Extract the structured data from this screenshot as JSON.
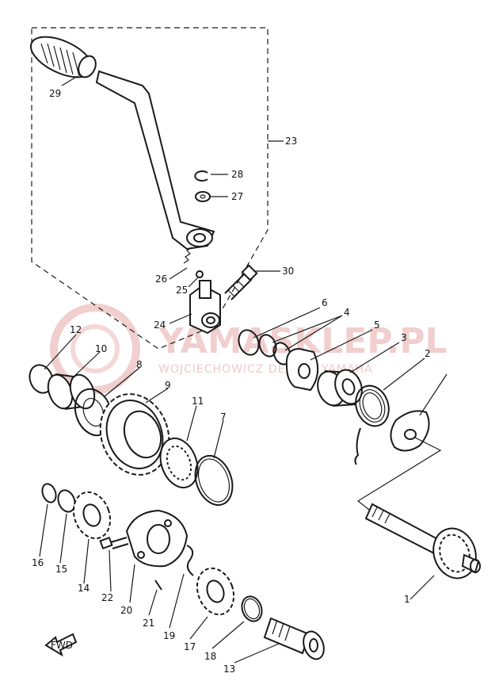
{
  "watermark": {
    "main": "YAMASKLEP.PL",
    "sub": "WOJCIECHOWICZ DEALER YAMAHA",
    "color": "#e6a8a8"
  },
  "callouts": [
    "1",
    "2",
    "3",
    "4",
    "5",
    "6",
    "7",
    "8",
    "9",
    "10",
    "11",
    "12",
    "13",
    "14",
    "15",
    "16",
    "17",
    "18",
    "19",
    "20",
    "21",
    "22",
    "23",
    "24",
    "25",
    "26",
    "27",
    "28",
    "29",
    "30"
  ],
  "fwd_label": "FWD"
}
